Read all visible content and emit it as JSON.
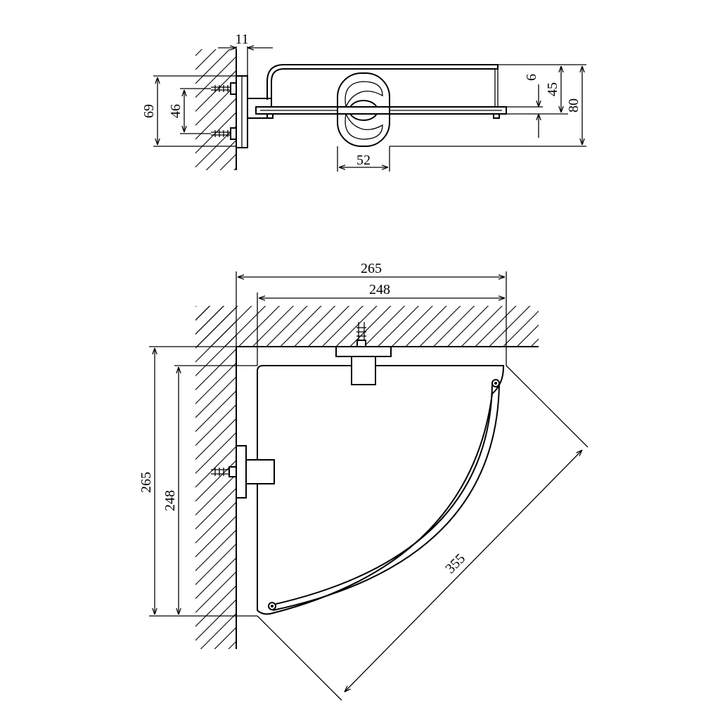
{
  "side_view": {
    "dims": {
      "flange": "11",
      "height_outer": "69",
      "screw_spacing": "46",
      "glass": "6",
      "rail": "45",
      "total_height": "80",
      "holder_width": "52"
    }
  },
  "top_view": {
    "dims": {
      "width_outer": "265",
      "width_inner": "248",
      "depth_outer": "265",
      "depth_inner": "248",
      "diagonal": "355"
    }
  },
  "colors": {
    "line": "#000000",
    "background": "#ffffff"
  }
}
